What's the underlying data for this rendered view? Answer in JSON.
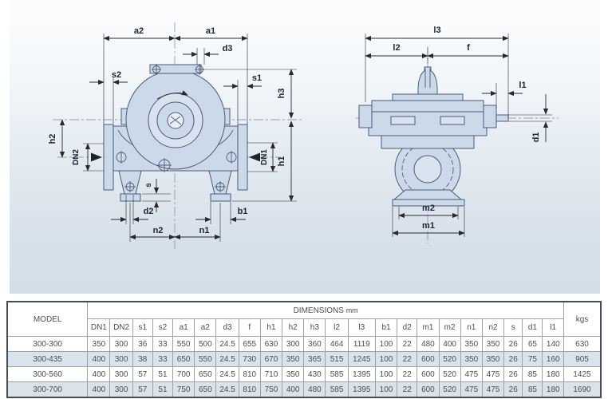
{
  "diagram": {
    "front_view_labels": [
      "a2",
      "a1",
      "d3",
      "s2",
      "s1",
      "h3",
      "h2",
      "DN2",
      "DN1",
      "h1",
      "s",
      "d2",
      "b1",
      "n2",
      "n1"
    ],
    "side_view_labels": [
      "l3",
      "l2",
      "f",
      "l1",
      "d1",
      "m2",
      "m1"
    ]
  },
  "table": {
    "model_header": "MODEL",
    "dimensions_header": "DIMENSIONS",
    "dimensions_unit": "mm",
    "weight_header": "kgs",
    "columns": [
      "DN1",
      "DN2",
      "s1",
      "s2",
      "a1",
      "a2",
      "d3",
      "f",
      "h1",
      "h2",
      "h3",
      "l2",
      "l3",
      "b1",
      "d2",
      "m1",
      "m2",
      "n1",
      "n2",
      "s",
      "d1",
      "l1"
    ],
    "rows": [
      {
        "model": "300-300",
        "values": [
          350,
          300,
          36,
          33,
          550,
          500,
          24.5,
          655,
          630,
          300,
          360,
          464,
          1119,
          100,
          22,
          480,
          400,
          350,
          350,
          26,
          65,
          140
        ],
        "kgs": 630
      },
      {
        "model": "300-435",
        "values": [
          400,
          300,
          38,
          33,
          650,
          550,
          24.5,
          730,
          670,
          350,
          365,
          515,
          1245,
          100,
          22,
          600,
          520,
          350,
          350,
          26,
          75,
          160
        ],
        "kgs": 905
      },
      {
        "model": "300-560",
        "values": [
          400,
          300,
          57,
          51,
          700,
          650,
          24.5,
          810,
          710,
          350,
          430,
          585,
          1395,
          100,
          22,
          600,
          520,
          475,
          475,
          26,
          85,
          180
        ],
        "kgs": 1425
      },
      {
        "model": "300-700",
        "values": [
          400,
          300,
          57,
          51,
          750,
          650,
          24.5,
          810,
          750,
          400,
          480,
          585,
          1395,
          100,
          22,
          600,
          520,
          475,
          475,
          26,
          85,
          180
        ],
        "kgs": 1690
      }
    ]
  },
  "colors": {
    "pump_fill": "#ccd9eb",
    "pump_stroke": "#4d5b77",
    "panel_top": "#fdfdfd",
    "panel_bottom": "#d4dee8",
    "row_alt": "#dbe3ea"
  }
}
